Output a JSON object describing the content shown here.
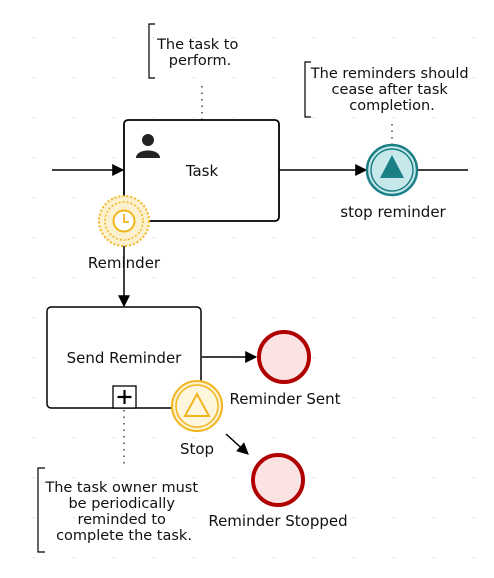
{
  "diagram": {
    "annotations": {
      "task_to_perform": [
        "The task to",
        "perform."
      ],
      "reminders_cease": [
        "The reminders should",
        "cease after task",
        "completion."
      ],
      "owner_reminded": [
        "The task owner must",
        "be periodically",
        "reminded to",
        "complete the task."
      ]
    },
    "tasks": {
      "task": "Task",
      "send_reminder": "Send Reminder"
    },
    "events": {
      "stop_reminder": "stop reminder",
      "reminder": "Reminder",
      "stop": "Stop",
      "reminder_sent": "Reminder Sent",
      "reminder_stopped": "Reminder Stopped"
    },
    "colors": {
      "timer_ring": "#f2b51d",
      "timer_fill": "#fbf1cf",
      "escalation_ring": "#f2b51d",
      "end_ring": "#b00000",
      "end_fill": "#fbe3e3",
      "signal_ring": "#1b7f86",
      "signal_fill": "#c7e8ea",
      "signal_triangle": "#1b7f86"
    }
  }
}
